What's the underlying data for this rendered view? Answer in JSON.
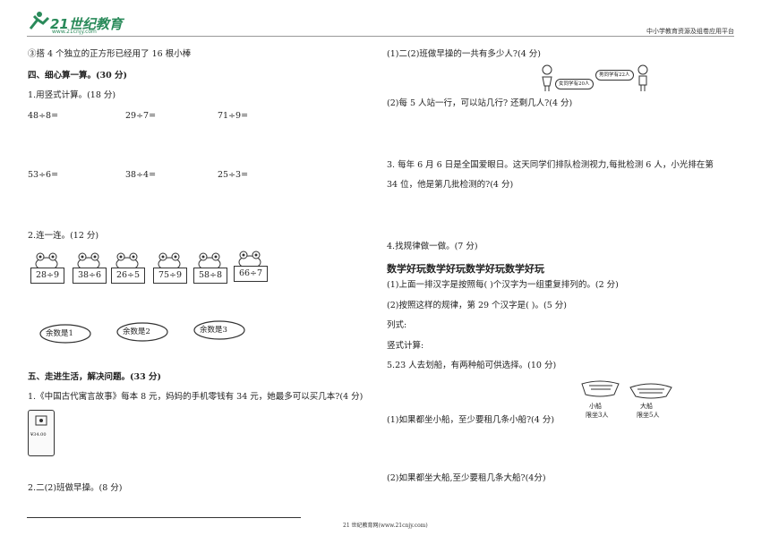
{
  "header": {
    "logo_text": "21世纪教育",
    "logo_sub": "www.21cnjy.com",
    "platform": "中小学教育资源及组卷应用平台"
  },
  "left": {
    "q3_tail": "③搭 4 个独立的正方形已经用了 16 根小棒",
    "section4_title": "四、细心算一算。(30 分)",
    "q1_title": "1.用竖式计算。(18 分)",
    "calc_row1": [
      "48÷8=",
      "29÷7=",
      "71÷9="
    ],
    "calc_row2": [
      "53÷6=",
      "38÷4=",
      "25÷3="
    ],
    "q2_title": "2.连一连。(12 分)",
    "frogs": [
      "28÷9",
      "38÷6",
      "26÷5",
      "75÷9",
      "58÷8",
      "66÷7"
    ],
    "ovals": [
      "余数是1",
      "余数是2",
      "余数是3"
    ],
    "section5_title": "五、走进生活，解决问题。(33 分)",
    "s5_q1": "1.《中国古代寓言故事》每本 8 元，妈妈的手机零钱有 34 元，她最多可以买几本?(4 分)",
    "phone_amount": "¥34.00",
    "s5_q2": "2.二(2)班做早操。(8 分)"
  },
  "right": {
    "q2_1": "(1)二(2)班做早操的一共有多少人?(4 分)",
    "bubble_girls": "女同学有20人",
    "bubble_boys": "男同学有22人",
    "q2_2": "(2)每 5 人站一行，可以站几行? 还剩几人?(4 分)",
    "q3_line1": "3. 每年 6 月 6 日是全国爱眼日。这天同学们排队检测视力,每批检测 6 人，小光排在第",
    "q3_line2": "34 位，他是第几批检测的?(4 分)",
    "q4_title": "4.找规律做一做。(7 分)",
    "pattern": "数学好玩数学好玩数学好玩数学好玩",
    "q4_1": "(1)上面一排汉字是按照每(        )个汉字为一组重复排列的。(2 分)",
    "q4_2": "(2)按照这样的规律，第 29 个汉字是(        )。(5 分)",
    "formula": "列式:",
    "vertical": "竖式计算:",
    "q5_title": "5.23 人去划船，有两种船可供选择。(10 分)",
    "boat_small_name": "小船",
    "boat_small_limit": "限坐3人",
    "boat_big_name": "大船",
    "boat_big_limit": "限坐5人",
    "q5_1": "(1)如果都坐小船，至少要租几条小船?(4 分)",
    "q5_2": "(2)如果都坐大船,至少要租几条大船?(4分)"
  },
  "footer": {
    "text": "21 世纪教育网(www.21cnjy.com)"
  }
}
